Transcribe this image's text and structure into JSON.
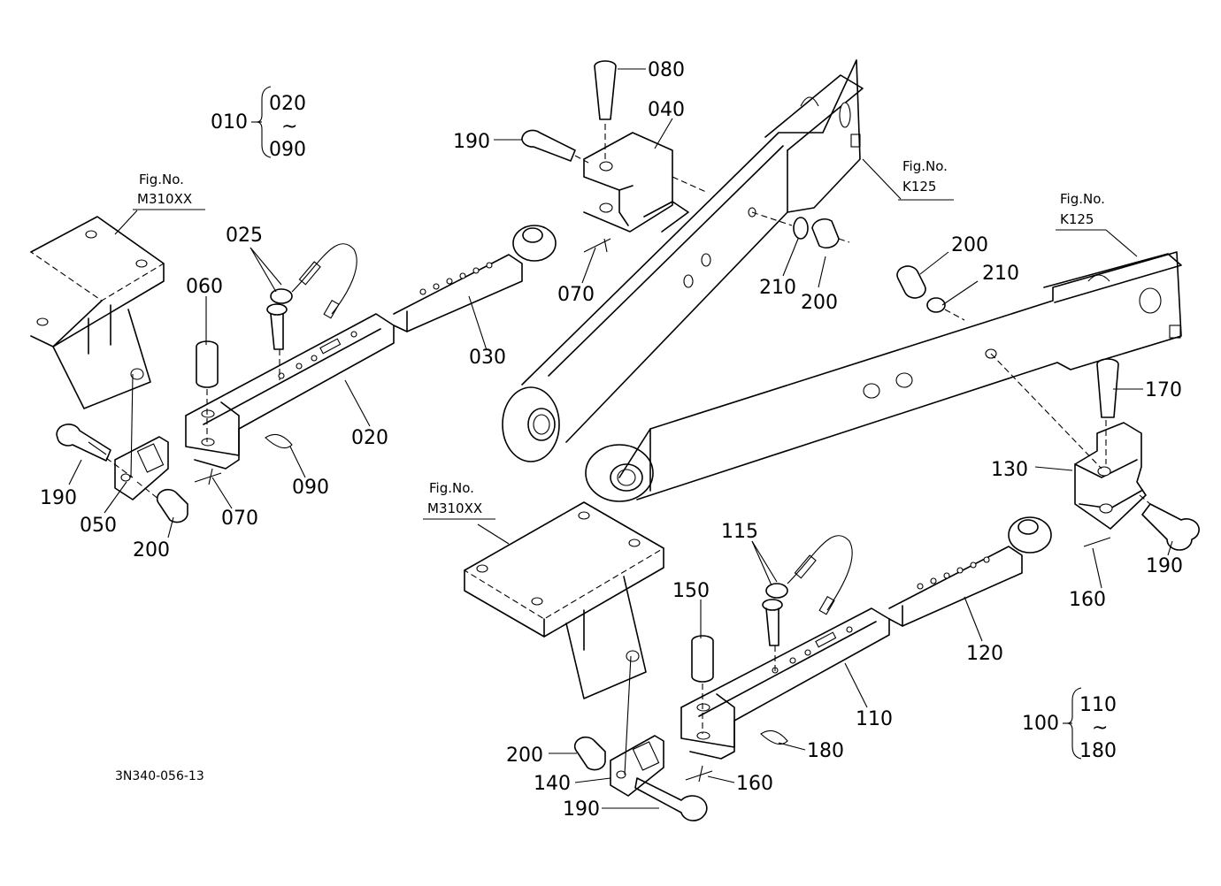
{
  "diagram_code": "3N340-056-13",
  "figure_refs": [
    {
      "id": "fig-m310xx-upper",
      "prefix": "Fig.No.",
      "number": "M310XX"
    },
    {
      "id": "fig-m310xx-lower",
      "prefix": "Fig.No.",
      "number": "M310XX"
    },
    {
      "id": "fig-k125-upper",
      "prefix": "Fig.No.",
      "number": "K125"
    },
    {
      "id": "fig-k125-lower",
      "prefix": "Fig.No.",
      "number": "K125"
    }
  ],
  "groups": [
    {
      "parent": "010",
      "range_from": "020",
      "range_sep": "~",
      "range_to": "090"
    },
    {
      "parent": "100",
      "range_from": "110",
      "range_sep": "~",
      "range_to": "180"
    }
  ],
  "part_labels": [
    "080",
    "040",
    "190",
    "025",
    "060",
    "030",
    "070",
    "210",
    "200",
    "200",
    "210",
    "020",
    "090",
    "190",
    "050",
    "070",
    "200",
    "170",
    "130",
    "115",
    "150",
    "190",
    "160",
    "120",
    "110",
    "200",
    "180",
    "140",
    "160",
    "190"
  ]
}
